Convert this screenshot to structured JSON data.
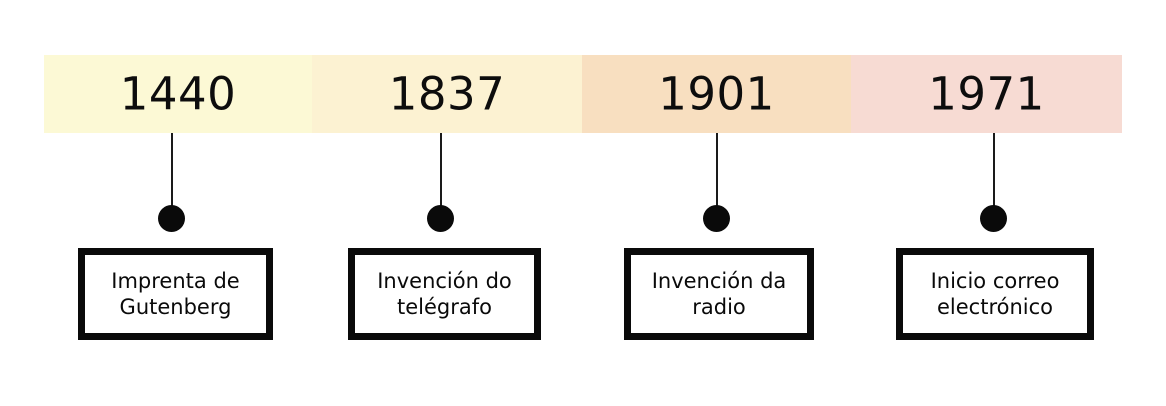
{
  "diagram": {
    "type": "horizontal-timeline",
    "title": "",
    "background_color": "#FFFFFF",
    "accent_colors": [
      "#FCF9D5",
      "#FCF2D2",
      "#F8DFC0",
      "#F7DBD3"
    ],
    "marker_color": "#0A0A0A",
    "box_border_color": "#0A0A0A",
    "box_fill_color": "#FFFFFF",
    "entries": [
      {
        "year": "1440",
        "band_color": "#FCF9D5",
        "label": "Imprenta de\nGutenberg",
        "label_line1": "Imprenta de",
        "label_line2": "Gutenberg",
        "marker": "timeline-dot"
      },
      {
        "year": "1837",
        "band_color": "#FCF2D2",
        "label": "Invención do\ntelégrafo",
        "label_line1": "Invención do",
        "label_line2": "telégrafo",
        "marker": "timeline-dot"
      },
      {
        "year": "1901",
        "band_color": "#F8DFC0",
        "label": "Invención da\nradio",
        "label_line1": "Invención da",
        "label_line2": "radio",
        "marker": "timeline-dot"
      },
      {
        "year": "1971",
        "band_color": "#F7DBD3",
        "label": "Inicio correo\nelectrónico",
        "label_line1": "Inicio correo",
        "label_line2": "electrónico",
        "marker": "timeline-dot"
      }
    ]
  }
}
